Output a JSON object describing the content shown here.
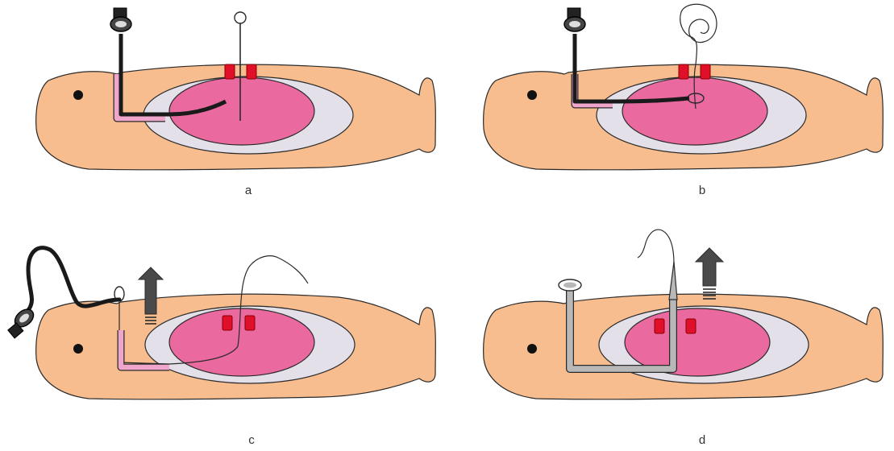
{
  "colors": {
    "body_fill": "#f7bd8f",
    "outline": "#2a2a2a",
    "cavity_fill": "#e3e0ea",
    "organ_fill": "#ea6aa0",
    "clip_red": "#e0102a",
    "tube_pink": "#f0a6cc",
    "catheter_black": "#1a1a1a",
    "sheath_gray": "#b8b8b8",
    "arrow_dark": "#4a4a4a"
  },
  "panels": [
    {
      "label": "a"
    },
    {
      "label": "b"
    },
    {
      "label": "c"
    },
    {
      "label": "d"
    }
  ]
}
